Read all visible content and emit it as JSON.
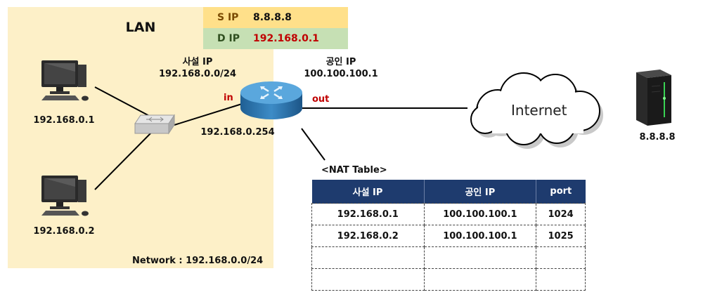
{
  "lan": {
    "title": "LAN",
    "network": "Network : 192.168.0.0/24"
  },
  "packet": {
    "s_label": "S IP",
    "s_value": "8.8.8.8",
    "d_label": "D IP",
    "d_value": "192.168.0.1"
  },
  "hosts": [
    {
      "ip": "192.168.0.1"
    },
    {
      "ip": "192.168.0.2"
    }
  ],
  "router": {
    "private_label": "사설 IP",
    "private_net": "192.168.0.0/24",
    "public_label": "공인 IP",
    "public_ip": "100.100.100.1",
    "lan_ip": "192.168.0.254",
    "in_label": "in",
    "out_label": "out"
  },
  "internet": {
    "label": "Internet"
  },
  "server": {
    "ip": "8.8.8.8"
  },
  "nat_table": {
    "caption": "<NAT Table>",
    "headers": [
      "사설 IP",
      "공인 IP",
      "port"
    ],
    "rows": [
      [
        "192.168.0.1",
        "100.100.100.1",
        "1024"
      ],
      [
        "192.168.0.2",
        "100.100.100.1",
        "1025"
      ],
      [
        "",
        "",
        ""
      ],
      [
        "",
        "",
        ""
      ]
    ]
  },
  "colors": {
    "lan_bg": "#fdf0c8",
    "s_row": "#ffe08a",
    "d_row": "#c6e0b4",
    "header": "#1e3b6e",
    "highlight": "#c00000"
  }
}
